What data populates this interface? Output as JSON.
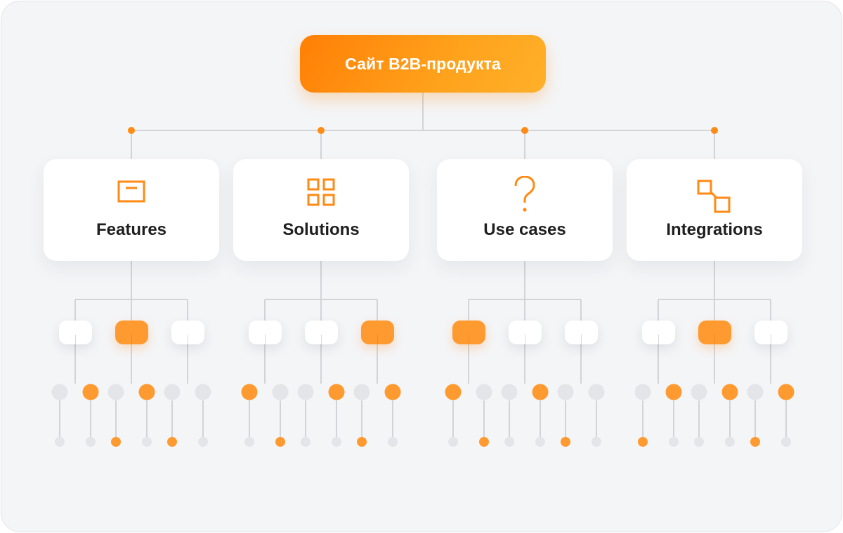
{
  "root": {
    "label": "Сайт B2B-продукта"
  },
  "sections": [
    {
      "label": "Features",
      "icon": "panel-icon",
      "pills": [
        false,
        true,
        false
      ],
      "dots": [
        false,
        true,
        false,
        true,
        false,
        false
      ],
      "small": [
        false,
        false,
        true,
        false,
        true,
        false
      ]
    },
    {
      "label": "Solutions",
      "icon": "grid-icon",
      "pills": [
        false,
        false,
        true
      ],
      "dots": [
        true,
        false,
        false,
        true,
        false,
        true
      ],
      "small": [
        false,
        true,
        false,
        false,
        true,
        false
      ]
    },
    {
      "label": "Use cases",
      "icon": "question-icon",
      "pills": [
        true,
        false,
        false
      ],
      "dots": [
        true,
        false,
        false,
        true,
        false,
        false
      ],
      "small": [
        false,
        true,
        false,
        false,
        true,
        false
      ]
    },
    {
      "label": "Integrations",
      "icon": "linked-squares-icon",
      "pills": [
        false,
        true,
        false
      ],
      "dots": [
        false,
        true,
        false,
        true,
        false,
        true
      ],
      "small": [
        true,
        false,
        false,
        false,
        true,
        false
      ]
    }
  ],
  "colors": {
    "accent": "#ff8a14",
    "accent_light": "#ff9a30",
    "line": "#d3d4d8",
    "dot_off": "#e4e5e8"
  }
}
